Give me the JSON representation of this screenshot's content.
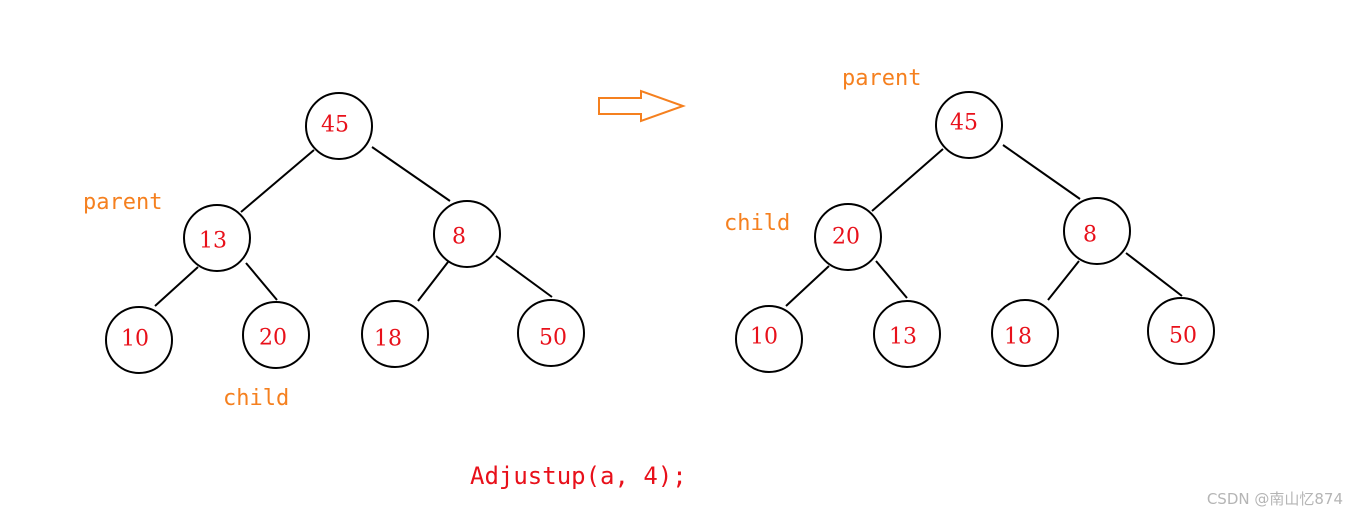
{
  "colors": {
    "node_text": "#e8101a",
    "pointer_text": "#f5801f",
    "caption_text": "#e8101a",
    "arrow": "#f5801f",
    "stroke": "#000000"
  },
  "before_tree": {
    "nodes": [
      "45",
      "13",
      "8",
      "10",
      "20",
      "18",
      "50"
    ],
    "parent_label": "parent",
    "child_label": "child"
  },
  "after_tree": {
    "nodes": [
      "45",
      "20",
      "8",
      "10",
      "13",
      "18",
      "50"
    ],
    "parent_label": "parent",
    "child_label": "child"
  },
  "caption": "Adjustup(a, 4);",
  "watermark": "CSDN @南山忆874"
}
